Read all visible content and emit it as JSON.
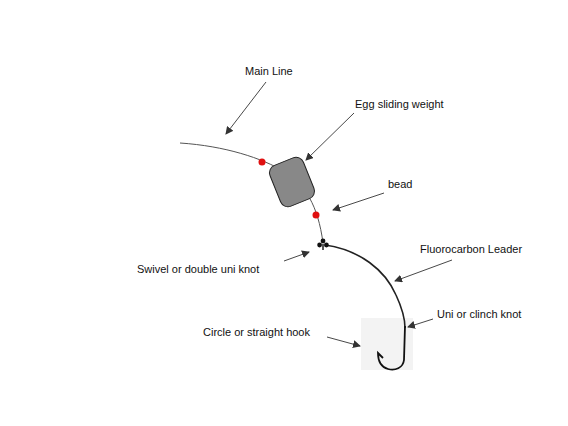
{
  "diagram": {
    "labels": [
      "Main Line",
      "Egg sliding weight",
      "bead",
      "Swivel or double uni knot",
      "Fluorocarbon Leader",
      "Uni or clinch knot",
      "Circle or straight hook"
    ]
  }
}
